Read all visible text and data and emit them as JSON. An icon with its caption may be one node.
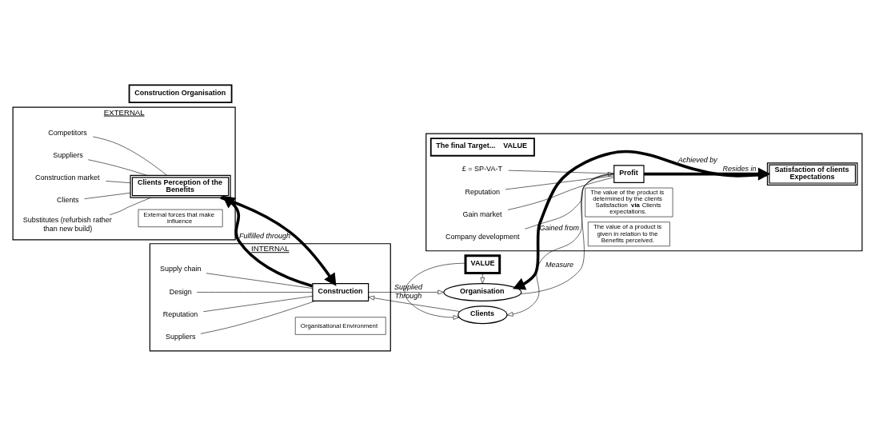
{
  "diagram": {
    "nodes": [
      {
        "text": [
          "EXTERNAL"
        ]
      },
      {
        "text": [
          "Construction Organisation"
        ]
      },
      {
        "text": [
          "Competitors"
        ],
        "in": 0
      },
      {
        "text": [
          "Suppliers"
        ],
        "in": 0
      },
      {
        "text": [
          "Clients Perception of the Benefits"
        ],
        "in": 0
      },
      {
        "text": [
          "Construction market"
        ],
        "in": 0
      },
      {
        "text": [
          "Clients"
        ],
        "in": 0
      },
      {
        "text": [
          "Substitutes (refurbish rather than new build)"
        ],
        "in": 0
      },
      {
        "text": [
          "External forces that make influence"
        ],
        "in": 0
      },
      {
        "text": [
          "INTERNAL"
        ]
      },
      {
        "text": [
          "Supply chain"
        ],
        "in": 9
      },
      {
        "text": [
          "Construction"
        ],
        "in": 9
      },
      {
        "text": [
          "Design"
        ],
        "in": 9
      },
      {
        "text": [
          "Reputation"
        ],
        "in": 9
      },
      {
        "text": [
          "Suppliers"
        ],
        "in": 9
      },
      {
        "text": [
          "Organisational Environment"
        ],
        "in": 9
      },
      {
        "text": [],
        "shape": "box"
      },
      {
        "text": [
          "The final Target...    VALUE"
        ],
        "in": 16
      },
      {
        "text": [
          "Clients"
        ]
      },
      {
        "text": [
          "VALUE"
        ]
      },
      {
        "text": [
          "Organisation"
        ]
      },
      {
        "text": [
          "£ = SP-VA-T"
        ],
        "in": 16
      },
      {
        "text": [
          "Reputation"
        ],
        "in": 16
      },
      {
        "text": [
          "Profit"
        ],
        "in": 16
      },
      {
        "text": [
          "Satisfaction of clients Expectations"
        ],
        "in": 16
      },
      {
        "text": [
          "Gain market"
        ],
        "in": 16
      },
      {
        "text": [
          "Company development"
        ],
        "in": 16
      },
      {
        "text": [
          "The value of the product is determined by the clients Satisfaction **via** Clients expectations."
        ],
        "in": 16
      },
      {
        "text": [
          "The value of a product is given in relation to the Benefits perceived."
        ],
        "in": 16
      }
    ],
    "edges": [
      {
        "from": 2,
        "to": 4,
        "arrow": "none"
      },
      {
        "from": 3,
        "to": 4,
        "arrow": "none"
      },
      {
        "from": 5,
        "to": 4,
        "arrow": "none"
      },
      {
        "from": 6,
        "to": 4,
        "arrow": "none"
      },
      {
        "from": 7,
        "to": 4,
        "arrow": "none"
      },
      {
        "from": 4,
        "to": 11,
        "arrow": "to",
        "style": "thick"
      },
      {
        "from": 11,
        "to": 4,
        "arrow": "to",
        "style": "thick",
        "label": "Fulfilled through"
      },
      {
        "from": 10,
        "to": 11,
        "arrow": "none"
      },
      {
        "from": 12,
        "to": 11,
        "arrow": "none"
      },
      {
        "from": 14,
        "to": 11,
        "arrow": "none"
      },
      {
        "from": 13,
        "to": 11,
        "arrow": "none"
      },
      {
        "from": 18,
        "to": 11,
        "arrow": "to",
        "label": "Through"
      },
      {
        "from": 11,
        "to": 20,
        "arrow": "to",
        "label": "Supplied"
      },
      {
        "from": 19,
        "to": 18,
        "arrow": "to"
      },
      {
        "from": 19,
        "to": 20,
        "arrow": "to"
      },
      {
        "from": 23,
        "to": 18,
        "arrow": "to",
        "label": "Gained from"
      },
      {
        "from": 20,
        "to": 23,
        "arrow": "to",
        "label": "Measure"
      },
      {
        "from": 21,
        "to": 23,
        "arrow": "none"
      },
      {
        "from": 22,
        "to": 23,
        "arrow": "none"
      },
      {
        "from": 25,
        "to": 23,
        "arrow": "none"
      },
      {
        "from": 26,
        "to": 23,
        "arrow": "none"
      },
      {
        "from": 23,
        "to": 24,
        "arrow": "to",
        "style": "thick",
        "label": "Resides in"
      },
      {
        "from": 24,
        "to": 20,
        "arrow": "to",
        "style": "thick",
        "label": "Achieved by"
      }
    ]
  }
}
